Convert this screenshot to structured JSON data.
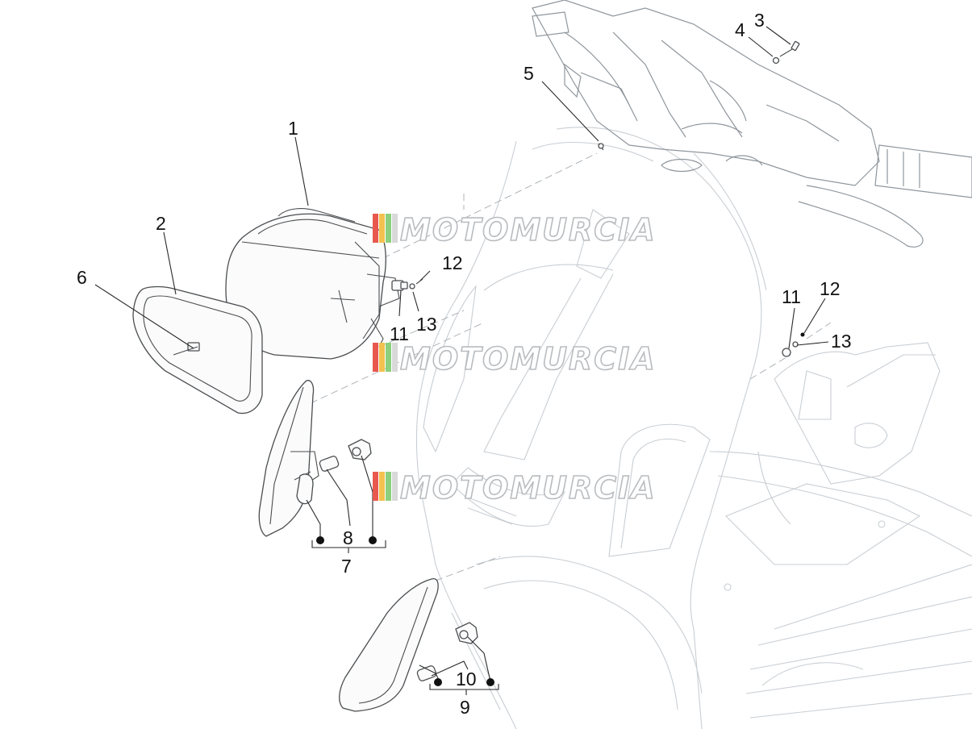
{
  "diagram": {
    "callouts": [
      "1",
      "2",
      "3",
      "4",
      "5",
      "6",
      "7",
      "8",
      "9",
      "10",
      "11",
      "12",
      "13",
      "11",
      "12",
      "13"
    ],
    "watermark": "MOTOMURCIA",
    "colors": {
      "line": "#4a4d50",
      "ghost": "#c9ced3",
      "watermark_stripe_1": "#e8584f",
      "watermark_stripe_2": "#f2c14e",
      "watermark_stripe_3": "#8ccf7e",
      "watermark_stripe_4": "#d9d9d9"
    }
  }
}
